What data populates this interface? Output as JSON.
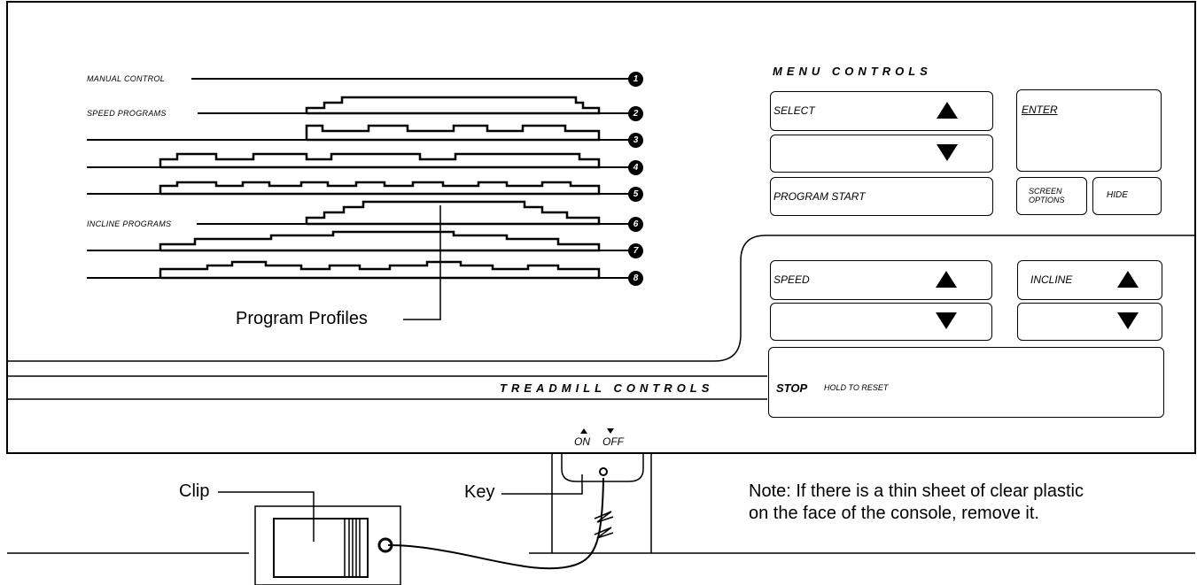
{
  "programs": {
    "manual_control": "MANUAL CONTROL",
    "speed_programs": "SPEED PROGRAMS",
    "incline_programs": "INCLINE PROGRAMS",
    "numbers": [
      "1",
      "2",
      "3",
      "4",
      "5",
      "6",
      "7",
      "8"
    ],
    "profiles_callout": "Program Profiles"
  },
  "menu": {
    "heading": "MENU CONTROLS",
    "select": "SELECT",
    "enter": "ENTER",
    "program_start": "PROGRAM START",
    "screen_options_line1": "SCREEN",
    "screen_options_line2": "OPTIONS",
    "hide": "HIDE"
  },
  "treadmill": {
    "heading": "TREADMILL CONTROLS",
    "speed": "SPEED",
    "incline": "INCLINE",
    "stop": "STOP",
    "hold_to_reset": "HOLD TO RESET"
  },
  "key": {
    "on": "ON",
    "off": "OFF",
    "key_callout": "Key",
    "clip_callout": "Clip"
  },
  "note": {
    "line1": "Note: If there is a thin sheet of clear plastic",
    "line2": "on the face of the console, remove it."
  },
  "icons": {
    "up": "up-arrow-icon",
    "down": "down-arrow-icon",
    "squiggle": "cord-break-icon"
  }
}
